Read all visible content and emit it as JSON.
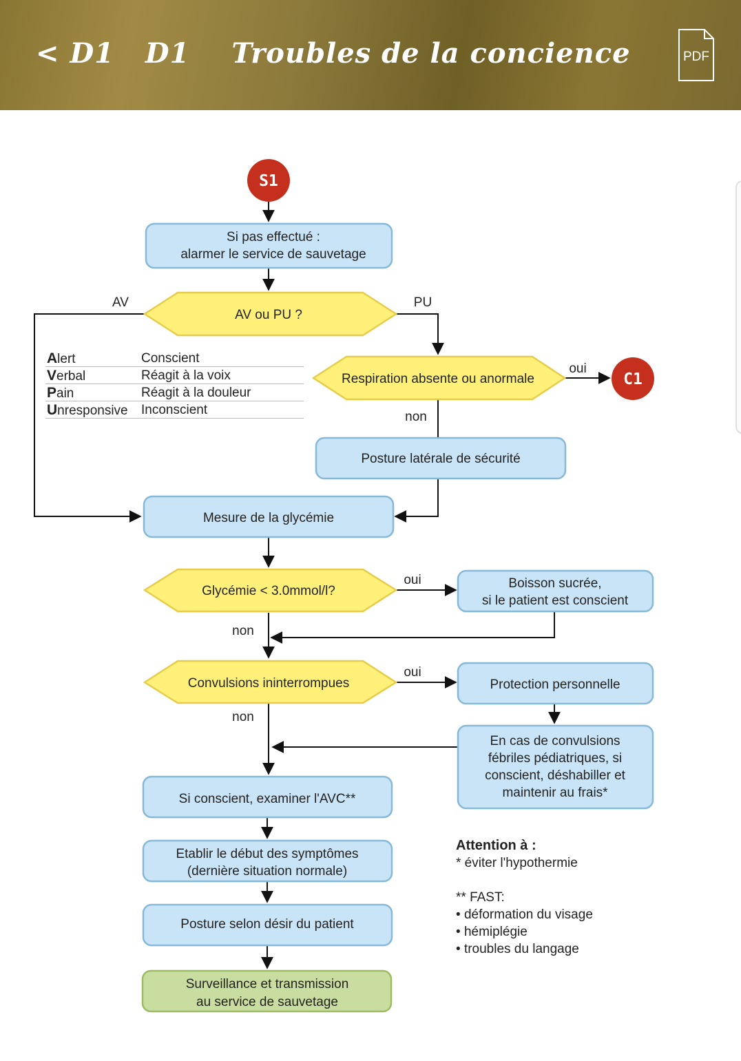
{
  "header": {
    "back_label": "< D1",
    "code": "D1",
    "title": "Troubles de la concience",
    "pdf_label": "PDF"
  },
  "colors": {
    "header_bg": "#8a7634",
    "action_fill": "#c9e4f6",
    "action_stroke": "#86b8d8",
    "decision_fill": "#fff07a",
    "decision_stroke": "#e6cc48",
    "final_fill": "#c9dda0",
    "final_stroke": "#9bbc62",
    "connector_red": "#c42f1e"
  },
  "connectors": {
    "start": "S1",
    "end_c1": "C1"
  },
  "nodes": {
    "alarm": [
      "Si pas effectué :",
      "alarmer le service de sauvetage"
    ],
    "avpu_q": "AV ou PU ?",
    "resp_q": "Respiration absente ou anormale",
    "pls": "Posture latérale de sécurité",
    "glyc_measure": "Mesure de la glycémie",
    "glyc_q": "Glycémie < 3.0mmol/l?",
    "sugar": [
      "Boisson sucrée,",
      "si le patient est conscient"
    ],
    "conv_q": "Convulsions ininterrompues",
    "protect": "Protection personnelle",
    "febrile": [
      "En cas de convulsions",
      "fébriles pédiatriques, si",
      "conscient, déshabiller et",
      "maintenir au frais*"
    ],
    "avc": "Si conscient, examiner l'AVC**",
    "onset": [
      "Etablir le début des symptômes",
      "(dernière situation normale)"
    ],
    "posture": "Posture selon désir du patient",
    "final": [
      "Surveillance et transmission",
      "au service de sauvetage"
    ]
  },
  "edge_labels": {
    "av": "AV",
    "pu": "PU",
    "resp_oui": "oui",
    "resp_non": "non",
    "glyc_oui": "oui",
    "glyc_non": "non",
    "conv_oui": "oui",
    "conv_non": "non"
  },
  "avpu_table": [
    {
      "initial": "A",
      "rest": "lert",
      "meaning": "Conscient"
    },
    {
      "initial": "V",
      "rest": "erbal",
      "meaning": "Réagit à la voix"
    },
    {
      "initial": "P",
      "rest": "ain",
      "meaning": "Réagit à la douleur"
    },
    {
      "initial": "U",
      "rest": "nresponsive",
      "meaning": "Inconscient"
    }
  ],
  "notes": {
    "title": "Attention à :",
    "hypothermia": "* éviter l'hypothermie",
    "fast_title": "** FAST:",
    "fast_items": [
      "déformation du visage",
      "hémiplégie",
      "troubles du langage"
    ]
  }
}
